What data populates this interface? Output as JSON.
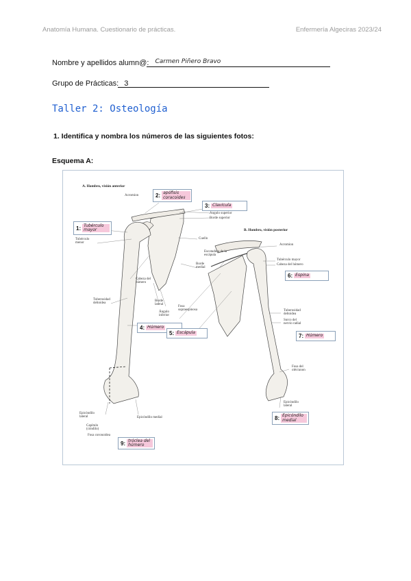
{
  "header": {
    "left": "Anatomía Humana. Cuestionario de prácticas.",
    "right": "Enfermería Algeciras 2023/24"
  },
  "form": {
    "name_label": "Nombre y apellidos alumn@:",
    "name_value": "Carmen   Piñero   Bravo",
    "group_label": "Grupo de Prácticas:",
    "group_value": "3"
  },
  "title": "Taller 2: Osteología",
  "question": "1. Identifica y nombra los números de las siguientes fotos:",
  "scheme_label": "Esquema A:",
  "figure": {
    "view_anterior": "A. Hombro, visión anterior",
    "view_posterior": "B. Hombro, visión posterior",
    "labels": {
      "acromion_a": "Acromion",
      "angulo_superior": "Ángulo superior",
      "borde_superior": "Borde superior",
      "tuberculo_menor": "Tubérculo menor",
      "cuello": "Cuello",
      "borde_medial": "Borde medial",
      "cabeza_humero_a": "Cabeza del húmero",
      "tuberosidad_deltoidea_a": "Tuberosidad deltoidea",
      "borde_lateral": "Borde lateral",
      "angulo_inferior": "Ángulo inferior",
      "epicondilo_lateral": "Epicóndilo lateral",
      "capitulo": "Capítulo (cóndilo)",
      "fosa_coronoidea": "Fosa coronoidea",
      "epicondilo_medial": "Epicóndilo medial",
      "escotadura": "Escotadura de la escápula",
      "fosa_supraespinosa": "Fosa supraespinosa",
      "acromion_b": "Acromion",
      "tuberculo_mayor": "Tubérculo mayor",
      "cabeza_humero_b": "Cabeza del húmero",
      "tuberosidad_deltoidea_b": "Tuberosidad deltoidea",
      "surco_nervio_radial": "Surco del nervio radial",
      "fosa_olecranon": "Fosa del olécranon",
      "epicondilo_lateral_b": "Epicóndilo lateral"
    },
    "answers": [
      {
        "num": "1:",
        "text": "Tubérculo mayor"
      },
      {
        "num": "2:",
        "text": "apófisis coracoides"
      },
      {
        "num": "3:",
        "text": "Clavícula"
      },
      {
        "num": "4:",
        "text": "Húmero"
      },
      {
        "num": "5:",
        "text": "Escápula"
      },
      {
        "num": "6:",
        "text": "Espina"
      },
      {
        "num": "7:",
        "text": "Húmero"
      },
      {
        "num": "8:",
        "text": "Epicóndilo medial"
      },
      {
        "num": "9:",
        "text": "tróclea del húmero"
      }
    ]
  }
}
